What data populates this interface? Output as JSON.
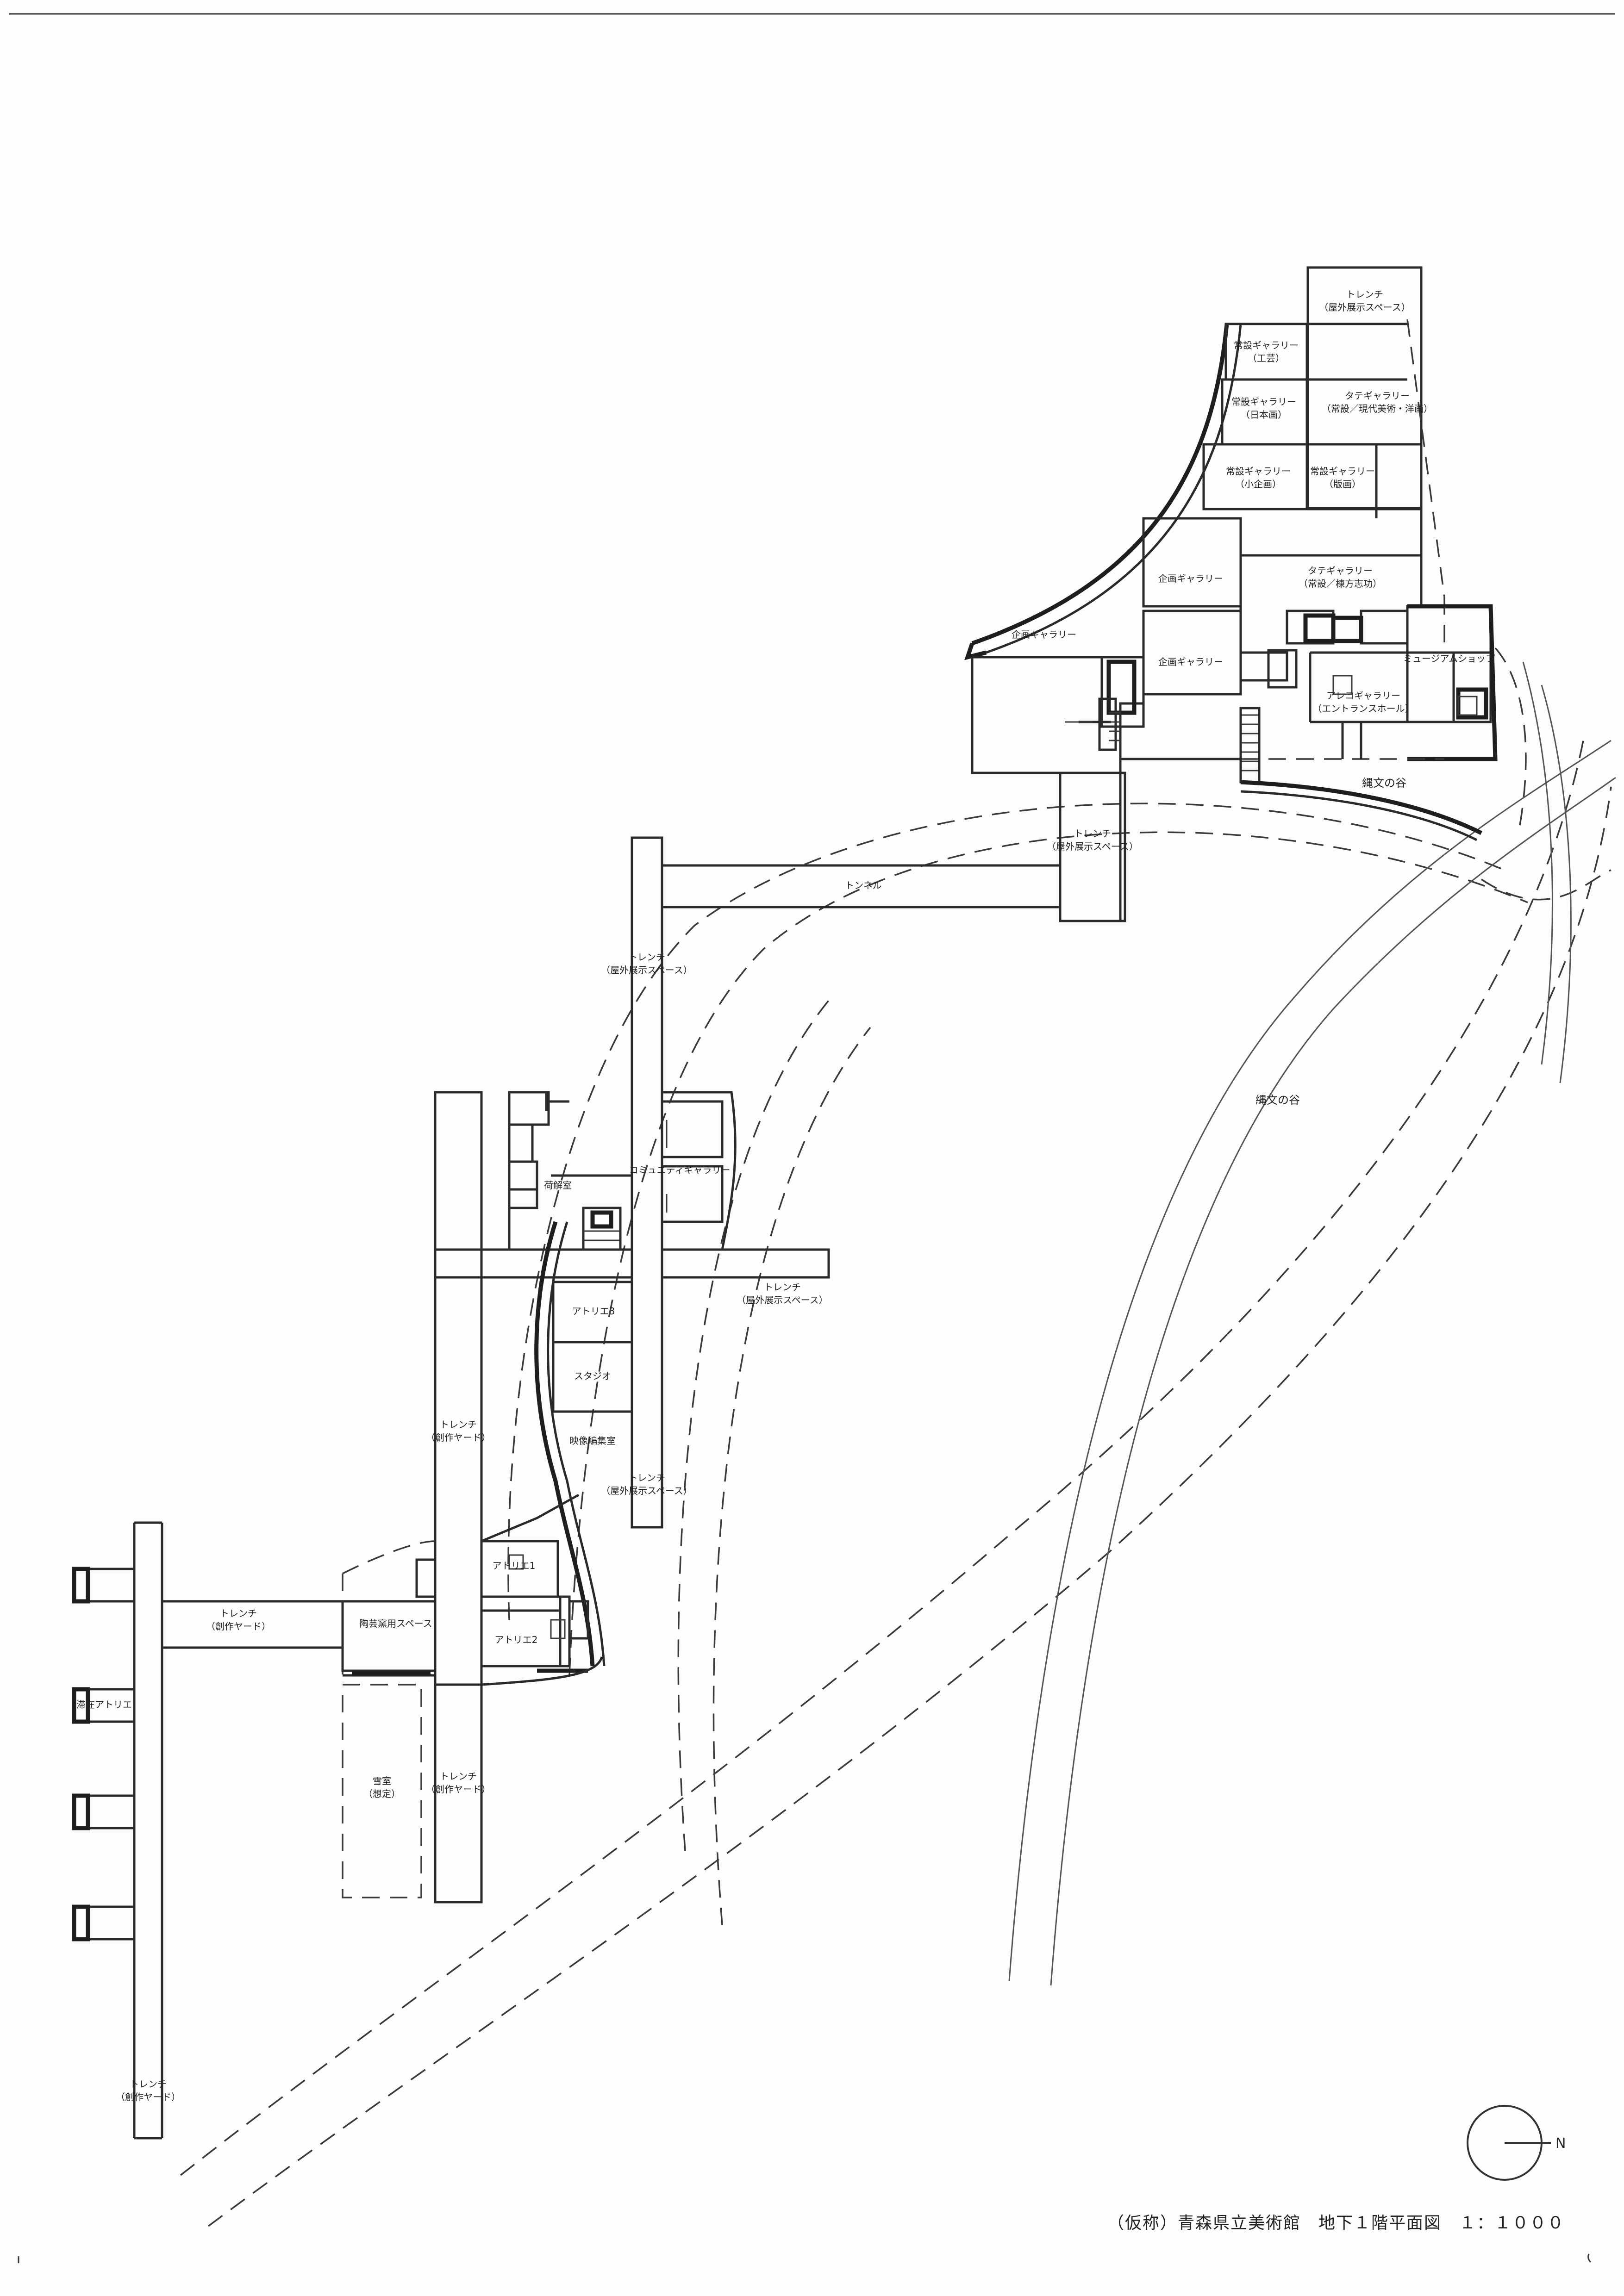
{
  "title": "（仮称）青森県立美術館　地下１階平面図　１：１０００",
  "north_label": "N",
  "rooms": {
    "trench_outdoor_top": [
      "トレンチ",
      "（屋外展示スペース）"
    ],
    "gallery_kogei": [
      "常設ギャラリー",
      "（工芸）"
    ],
    "gallery_nihonga": [
      "常設ギャラリー",
      "（日本画）"
    ],
    "tatekaki_modern": [
      "タテギャラリー",
      "（常設／現代美術・洋画）"
    ],
    "gallery_small": [
      "常設ギャラリー",
      "（小企画）"
    ],
    "gallery_hanga": [
      "常設ギャラリー",
      "（版画）"
    ],
    "kikaku_1": [
      "企画ギャラリー"
    ],
    "tatekaki_munakata": [
      "タテギャラリー",
      "（常設／棟方志功）"
    ],
    "kikaku_2": [
      "企画ギャラリー"
    ],
    "kikaku_3": [
      "企画ギャラリー"
    ],
    "museum_shop": [
      "ミュージアムショップ"
    ],
    "aleko_gallery": [
      "アレコギャラリー",
      "（エントランスホール）"
    ],
    "jomon_valley_top": [
      "縄文の谷"
    ],
    "trench_outdoor_mid": [
      "トレンチ",
      "（屋外展示スペース）"
    ],
    "tunnel": [
      "トンネル"
    ],
    "trench_outdoor_left": [
      "トレンチ",
      "（屋外展示スペース）"
    ],
    "jomon_valley_mid": [
      "縄文の谷"
    ],
    "unpacking_room": [
      "荷解室"
    ],
    "community_gallery": [
      "コミュニティギャラリー"
    ],
    "trench_outdoor_right": [
      "トレンチ",
      "（屋外展示スペース）"
    ],
    "atelier_3": [
      "アトリエ3"
    ],
    "studio": [
      "スタジオ"
    ],
    "trench_sosaku_upper": [
      "トレンチ",
      "（創作ヤード）"
    ],
    "video_editing": [
      "映像編集室"
    ],
    "trench_outdoor_lower": [
      "トレンチ",
      "（屋外展示スペース）"
    ],
    "atelier_1": [
      "アトリエ1"
    ],
    "trench_sosaku_left": [
      "トレンチ",
      "（創作ヤード）"
    ],
    "ceramic_kiln": [
      "陶芸窯用スペース"
    ],
    "atelier_2": [
      "アトリエ2"
    ],
    "stay_atelier": [
      "滞在アトリエ"
    ],
    "snow_room": [
      "雪室",
      "（想定）"
    ],
    "trench_sosaku_lower": [
      "トレンチ",
      "（創作ヤード）"
    ],
    "trench_sosaku_bottom": [
      "トレンチ",
      "（創作ヤード）"
    ]
  }
}
